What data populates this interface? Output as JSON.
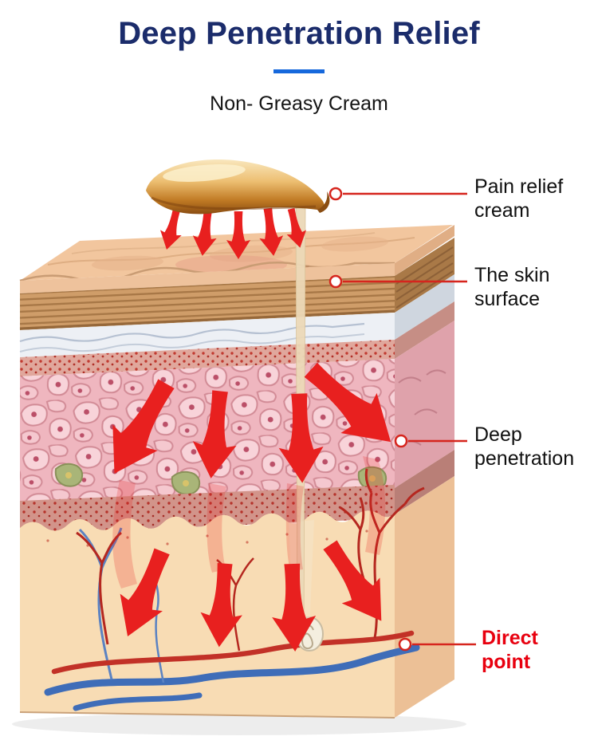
{
  "header": {
    "title": "Deep Penetration Relief",
    "subtitle": "Non- Greasy Cream"
  },
  "callouts": {
    "pain_cream": {
      "label": "Pain relief cream"
    },
    "skin_surface": {
      "label": "The skin surface"
    },
    "deep_penetration": {
      "label": "Deep penetration"
    },
    "direct_point": {
      "label": "Direct point"
    }
  },
  "colors": {
    "title_navy": "#1b2c6b",
    "accent_blue": "#1668dc",
    "callout_red": "#d6251d",
    "direct_point_red": "#e8000f",
    "arrow_red": "#e8201f"
  },
  "illustration": {
    "icons": [
      "cream-swoosh-icon",
      "skin-cross-section",
      "penetration-arrow-icon",
      "blood-vessel-icon",
      "callout-dot-icon"
    ]
  }
}
